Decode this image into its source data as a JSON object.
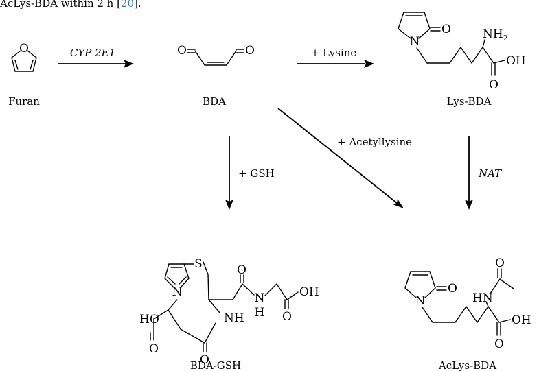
{
  "caption": {
    "text": "AcLys-BDA within 2 h [",
    "ref": "20",
    "close": "]."
  },
  "compounds": {
    "furan": {
      "name": "Furan",
      "atoms": {
        "o": "O"
      }
    },
    "bda": {
      "name": "BDA",
      "atoms": {
        "o_left": "O",
        "o_right": "O"
      }
    },
    "lysbda": {
      "name": "Lys-BDA",
      "atoms": {
        "n": "N",
        "o": "O",
        "nh": "NH",
        "nh_sub": "2",
        "oh": "OH",
        "o_acid": "O"
      }
    },
    "bdagsh": {
      "name": "BDA-GSH",
      "atoms": {
        "n": "N",
        "s": "S",
        "o1": "O",
        "n_amide": "N",
        "h_amide": "H",
        "oh": "OH",
        "o_acid": "O",
        "nh": "NH",
        "ho": "HO",
        "o_acid2": "O",
        "o_amide2": "O"
      }
    },
    "aclys": {
      "name": "AcLys-BDA",
      "atoms": {
        "n": "N",
        "o": "O",
        "hn": "HN",
        "o_acetyl": "O",
        "oh": "OH",
        "o_acid": "O"
      }
    }
  },
  "reactions": {
    "furan_to_bda": {
      "label": "CYP 2E1"
    },
    "bda_to_lysbda": {
      "label": "+ Lysine"
    },
    "bda_to_bdagsh": {
      "label": "+ GSH"
    },
    "bda_to_aclys": {
      "label": "+ Acetyllysine"
    },
    "lysbda_to_aclys": {
      "label": "NAT"
    }
  }
}
